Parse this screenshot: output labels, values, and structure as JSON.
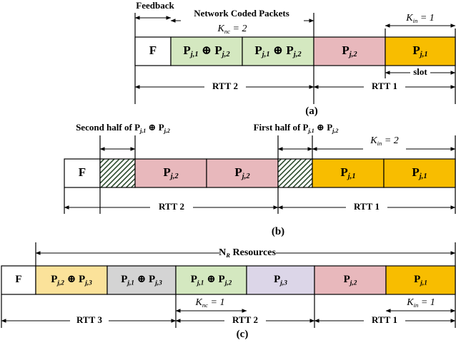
{
  "colors": {
    "green": "#d4e8c0",
    "pink": "#e8b8bc",
    "orange": "#f8bd00",
    "gray": "#d4d4d4",
    "purple": "#dcd6e8",
    "yellow": "#fbe29a",
    "hatch": "#2a4a2a",
    "white": "#ffffff",
    "line": "#000000"
  },
  "subfig_a": {
    "caption": "(a)",
    "feedback_label": "Feedback",
    "nc_label": "Network Coded Packets",
    "knc_label": "K_nc = 2",
    "kin_label": "K_in = 1",
    "slot_label": "slot",
    "rtt_left": "RTT 2",
    "rtt_right": "RTT 1",
    "cells": [
      {
        "label": "F",
        "fill": "white"
      },
      {
        "label": "P_j,1 ⊕ P_j,2",
        "fill": "green"
      },
      {
        "label": "P_j,1 ⊕ P_j,2",
        "fill": "green"
      },
      {
        "label": "P_j,2",
        "fill": "pink"
      },
      {
        "label": "P_j,1",
        "fill": "orange"
      }
    ]
  },
  "subfig_b": {
    "caption": "(b)",
    "second_half_label": "Second half of  P_j,1 ⊕ P_j,2",
    "first_half_label": "First half of  P_j,1 ⊕ P_j,2",
    "kin_label": "K_in = 2",
    "rtt_left": "RTT 2",
    "rtt_right": "RTT 1",
    "cells": [
      {
        "label": "F",
        "fill": "white"
      },
      {
        "label": "",
        "fill": "hatch"
      },
      {
        "label": "P_j,2",
        "fill": "pink"
      },
      {
        "label": "P_j,2",
        "fill": "pink"
      },
      {
        "label": "",
        "fill": "hatch"
      },
      {
        "label": "P_j,1",
        "fill": "orange"
      },
      {
        "label": "P_j,1",
        "fill": "orange"
      }
    ]
  },
  "subfig_c": {
    "caption": "(c)",
    "resources_label": "N_R  Resources",
    "knc_label": "K_nc = 1",
    "kin_label": "K_in = 1",
    "rtt_labels": [
      "RTT 3",
      "RTT 2",
      "RTT 1"
    ],
    "cells": [
      {
        "label": "F",
        "fill": "white"
      },
      {
        "label": "P_j,2 ⊕ P_j,3",
        "fill": "yellow"
      },
      {
        "label": "P_j,1 ⊕ P_j,3",
        "fill": "gray"
      },
      {
        "label": "P_j,1 ⊕ P_j,2",
        "fill": "green"
      },
      {
        "label": "P_j,3",
        "fill": "purple"
      },
      {
        "label": "P_j,2",
        "fill": "pink"
      },
      {
        "label": "P_j,1",
        "fill": "orange"
      }
    ]
  }
}
